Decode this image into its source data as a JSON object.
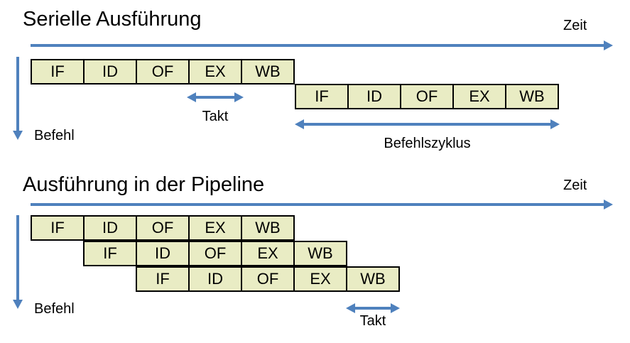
{
  "colors": {
    "box_fill": "#e9ecc4",
    "box_border": "#000000",
    "arrow_blue": "#4f81bd",
    "text": "#000000",
    "background": "#ffffff"
  },
  "serial_section": {
    "title": "Serielle Ausführung",
    "time_label": "Zeit",
    "instruction_label": "Befehl",
    "clock_label": "Takt",
    "cycle_label": "Befehlszyklus",
    "rows": [
      {
        "stages": [
          "IF",
          "ID",
          "OF",
          "EX",
          "WB"
        ]
      },
      {
        "stages": [
          "IF",
          "ID",
          "OF",
          "EX",
          "WB"
        ]
      }
    ]
  },
  "pipeline_section": {
    "title": "Ausführung in der Pipeline",
    "time_label": "Zeit",
    "instruction_label": "Befehl",
    "clock_label": "Takt",
    "rows": [
      {
        "stages": [
          "IF",
          "ID",
          "OF",
          "EX",
          "WB"
        ]
      },
      {
        "stages": [
          "IF",
          "ID",
          "OF",
          "EX",
          "WB"
        ]
      },
      {
        "stages": [
          "IF",
          "ID",
          "OF",
          "EX",
          "WB"
        ]
      }
    ]
  }
}
